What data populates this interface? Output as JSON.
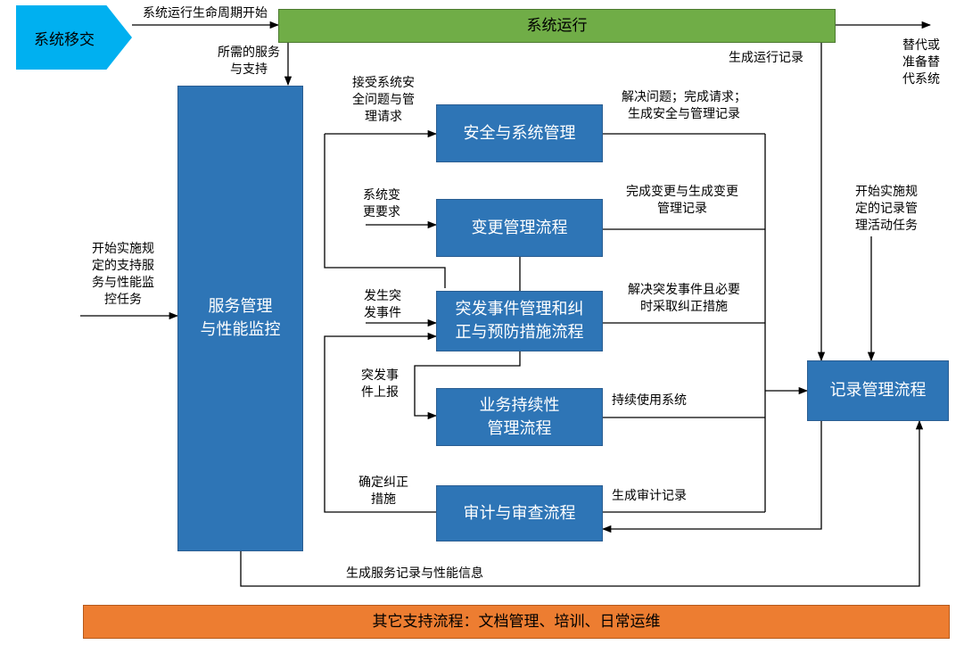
{
  "nodes": {
    "system_handover": "系统移交",
    "system_operation": "系统运行",
    "service_monitoring": "服务管理\n与性能监控",
    "security_mgmt": "安全与系统管理",
    "change_mgmt": "变更管理流程",
    "incident_mgmt": "突发事件管理和纠\n正与预防措施流程",
    "continuity_mgmt": "业务持续性\n管理流程",
    "audit": "审计与审查流程",
    "records_mgmt": "记录管理流程",
    "other_support": "其它支持流程：文档管理、培训、日常运维"
  },
  "labels": {
    "lifecycle_start": "系统运行生命周期开始",
    "needed_services": "所需的服务\n与支持",
    "replace": "替代或\n准备替\n代系统",
    "gen_run_records": "生成运行记录",
    "accept_security": "接受系统安\n全问题与管\n理请求",
    "resolve_security": "解决问题；完成请求；\n生成安全与管理记录",
    "change_request": "系统变\n更要求",
    "complete_change": "完成变更与生成变更\n管理记录",
    "start_support": "开始实施规\n定的支持服\n务与性能监\n控任务",
    "incident_occurs": "发生突\n发事件",
    "resolve_incident": "解决突发事件且必要\n时采取纠正措施",
    "incident_report": "突发事\n件上报",
    "continue_use": "持续使用系统",
    "start_records": "开始实施规\n定的记录管\n理活动任务",
    "corrective_measures": "确定纠正\n措施",
    "gen_audit": "生成审计记录",
    "gen_service_records": "生成服务记录与性能信息"
  },
  "colors": {
    "process_box": "#2e75b6",
    "operation_bar": "#70ad47",
    "support_bar": "#ed7d31",
    "handover": "#00b0f0",
    "line": "#000000"
  }
}
